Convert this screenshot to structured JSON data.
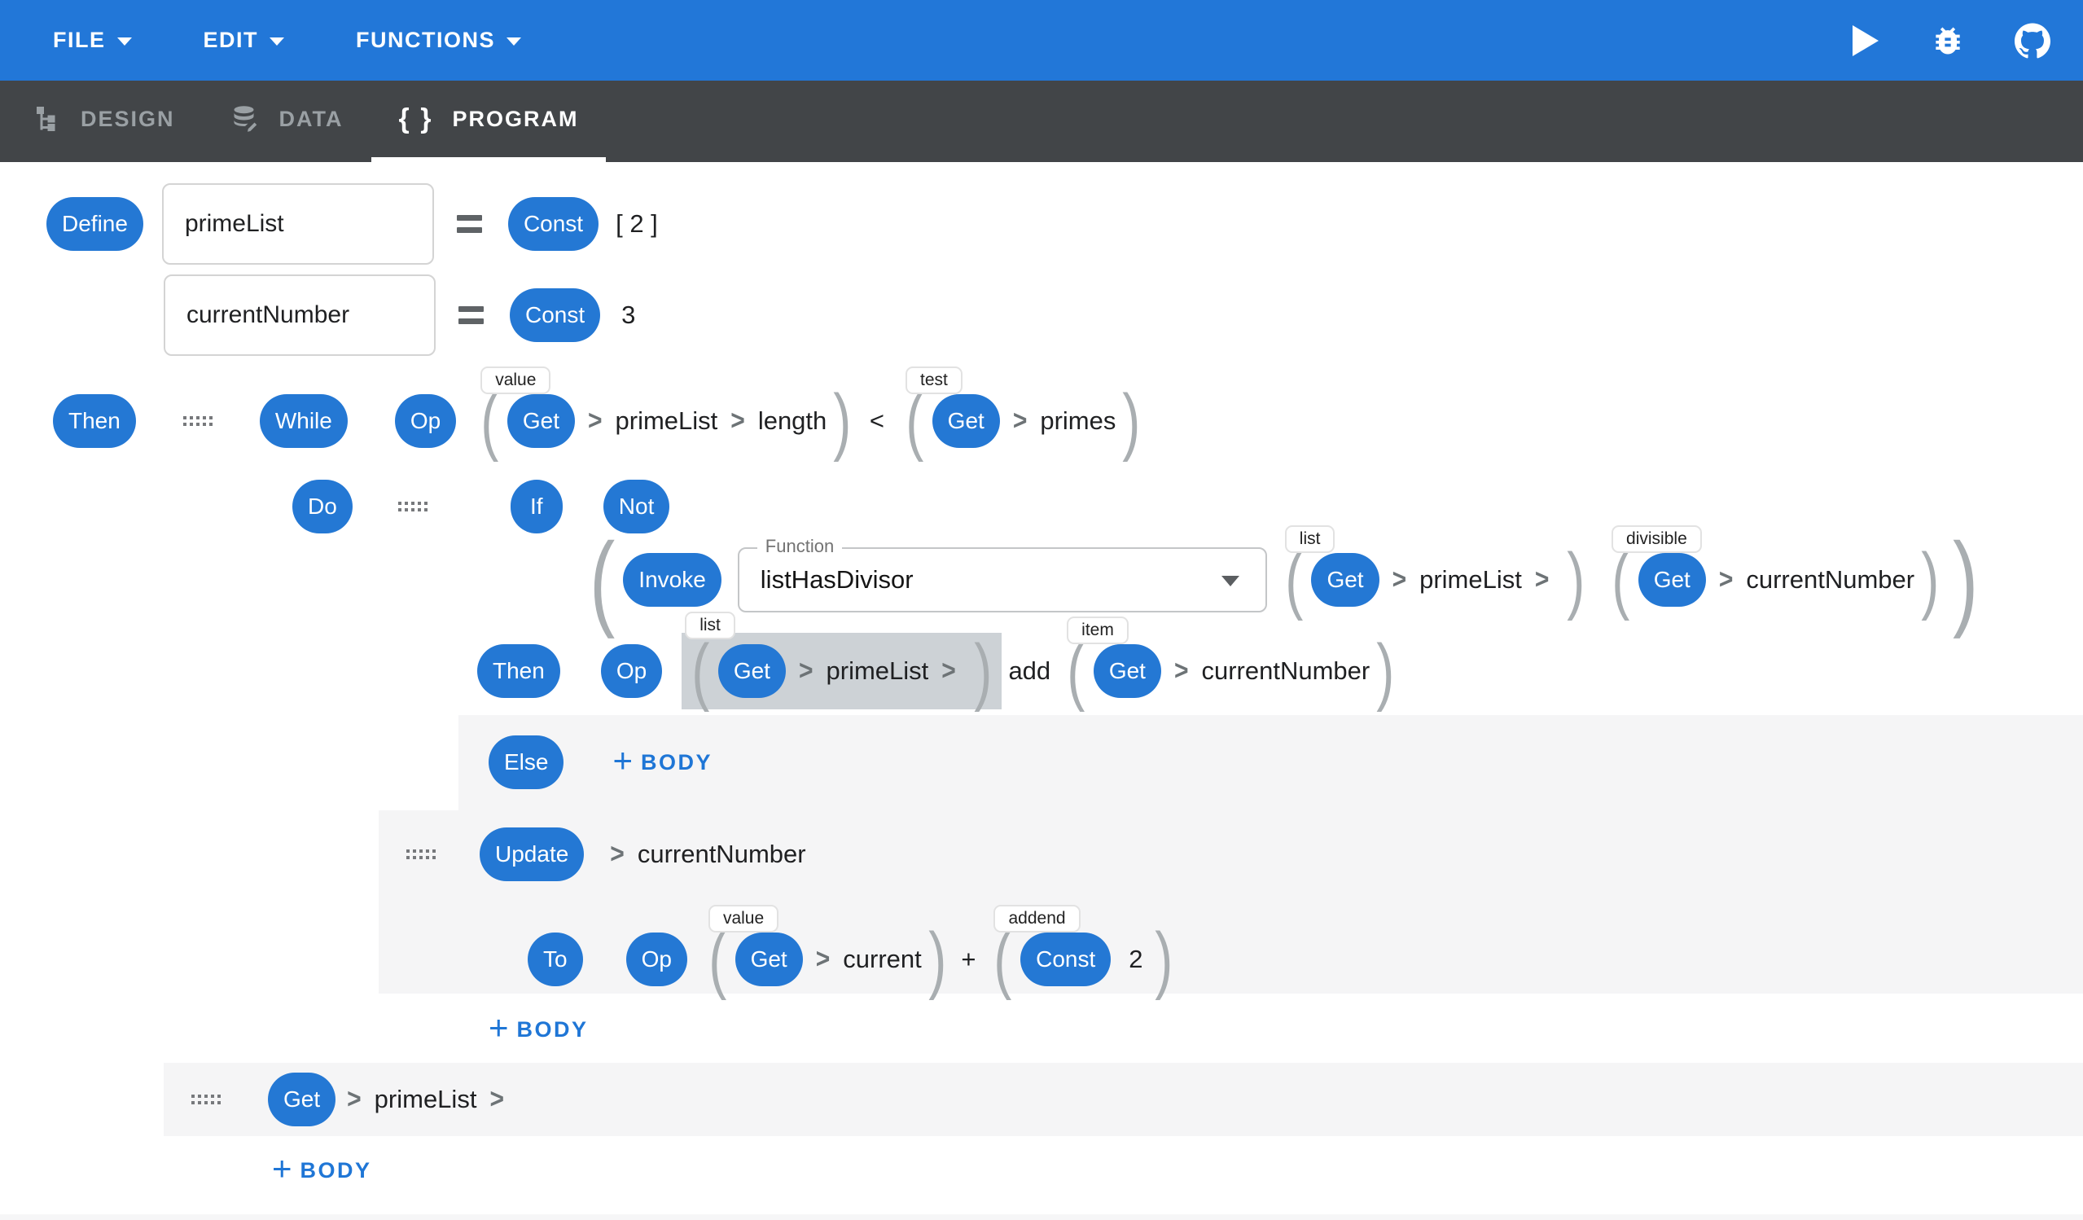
{
  "menubar": {
    "menus": [
      {
        "label": "FILE"
      },
      {
        "label": "EDIT"
      },
      {
        "label": "FUNCTIONS"
      }
    ],
    "icons": [
      {
        "name": "run",
        "glyph": "play-triangle"
      },
      {
        "name": "debug",
        "glyph": "bug"
      },
      {
        "name": "github",
        "glyph": "octocat"
      }
    ]
  },
  "tabs": [
    {
      "label": "DESIGN",
      "active": false
    },
    {
      "label": "DATA",
      "active": false
    },
    {
      "label": "PROGRAM",
      "active": true,
      "glyph": "{ }"
    }
  ],
  "keywords": {
    "define": "Define",
    "const": "Const",
    "then": "Then",
    "while": "While",
    "op": "Op",
    "get": "Get",
    "do": "Do",
    "if": "If",
    "not": "Not",
    "invoke": "Invoke",
    "else": "Else",
    "update": "Update",
    "to": "To"
  },
  "symbols": {
    "eq": "=",
    "lt": "<",
    "plus": "+",
    "add": "add"
  },
  "program": {
    "define": {
      "vars": [
        {
          "name": "primeList",
          "value": "[ 2 ]"
        },
        {
          "name": "currentNumber",
          "value": "3"
        }
      ]
    },
    "while": {
      "value_arg": {
        "label": "value",
        "path": [
          "primeList",
          "length"
        ]
      },
      "test_arg": {
        "label": "test",
        "path": [
          "primes"
        ]
      }
    },
    "invoke": {
      "function_label": "Function",
      "function_name": "listHasDivisor",
      "list_arg": {
        "label": "list",
        "path": "primeList"
      },
      "divisible_arg": {
        "label": "divisible",
        "path": "currentNumber"
      }
    },
    "then_op": {
      "list_arg": {
        "label": "list",
        "path": "primeList"
      },
      "operator": "add",
      "item_arg": {
        "label": "item",
        "path": "currentNumber"
      }
    },
    "update": {
      "target": "currentNumber",
      "value_arg": {
        "label": "value",
        "path": "current"
      },
      "operator": "+",
      "addend_arg": {
        "label": "addend",
        "const_value": "2"
      }
    },
    "tail_get": {
      "path": "primeList"
    },
    "body_button": "BODY"
  }
}
